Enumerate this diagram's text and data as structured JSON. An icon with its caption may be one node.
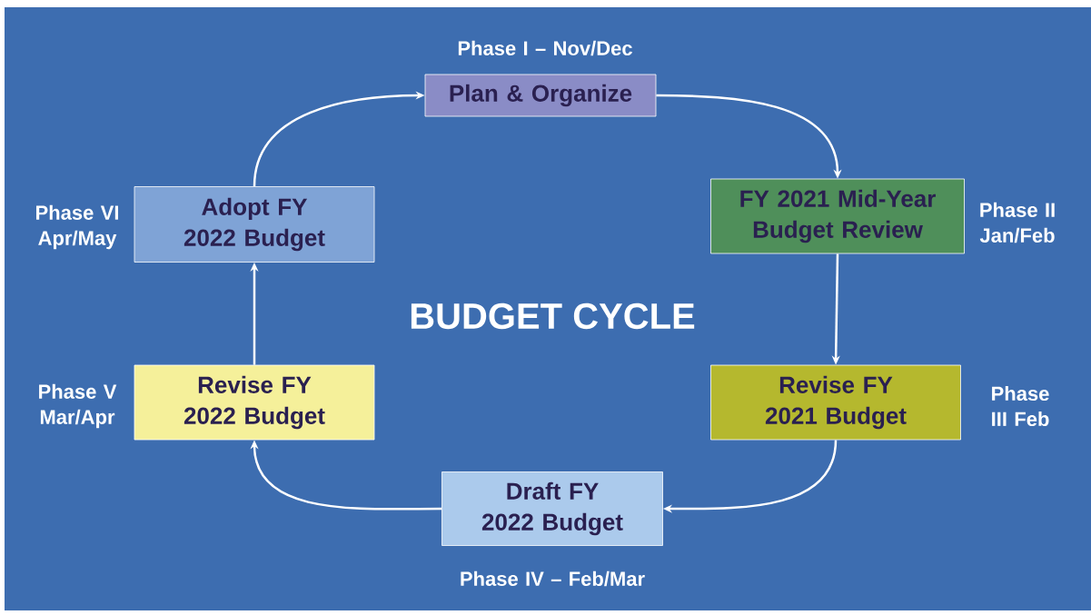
{
  "diagram": {
    "title": "BUDGET CYCLE",
    "nodes": [
      {
        "text": [
          "Plan & Organize"
        ],
        "beside": [
          "Phase I – Nov/Dec"
        ]
      },
      {
        "text": [
          "FY 2021 Mid-Year Budget Review"
        ],
        "beside": [
          "Phase II Jan/Feb"
        ]
      },
      {
        "text": [
          "Revise FY 2021 Budget"
        ],
        "beside": [
          "Phase III Feb"
        ]
      },
      {
        "text": [
          "Draft FY 2022 Budget"
        ],
        "beside": [
          "Phase IV – Feb/Mar"
        ]
      },
      {
        "text": [
          "Revise FY 2022 Budget"
        ],
        "beside": [
          "Phase V Mar/Apr"
        ]
      },
      {
        "text": [
          "Adopt FY 2022 Budget"
        ],
        "beside": [
          "Phase VI Apr/May"
        ]
      }
    ],
    "edges": [
      {
        "from": 0,
        "to": 1,
        "arrow": "to"
      },
      {
        "from": 1,
        "to": 2,
        "arrow": "to"
      },
      {
        "from": 2,
        "to": 3,
        "arrow": "to"
      },
      {
        "from": 3,
        "to": 4,
        "arrow": "to"
      },
      {
        "from": 4,
        "to": 5,
        "arrow": "to"
      },
      {
        "from": 5,
        "to": 0,
        "arrow": "to"
      }
    ]
  }
}
